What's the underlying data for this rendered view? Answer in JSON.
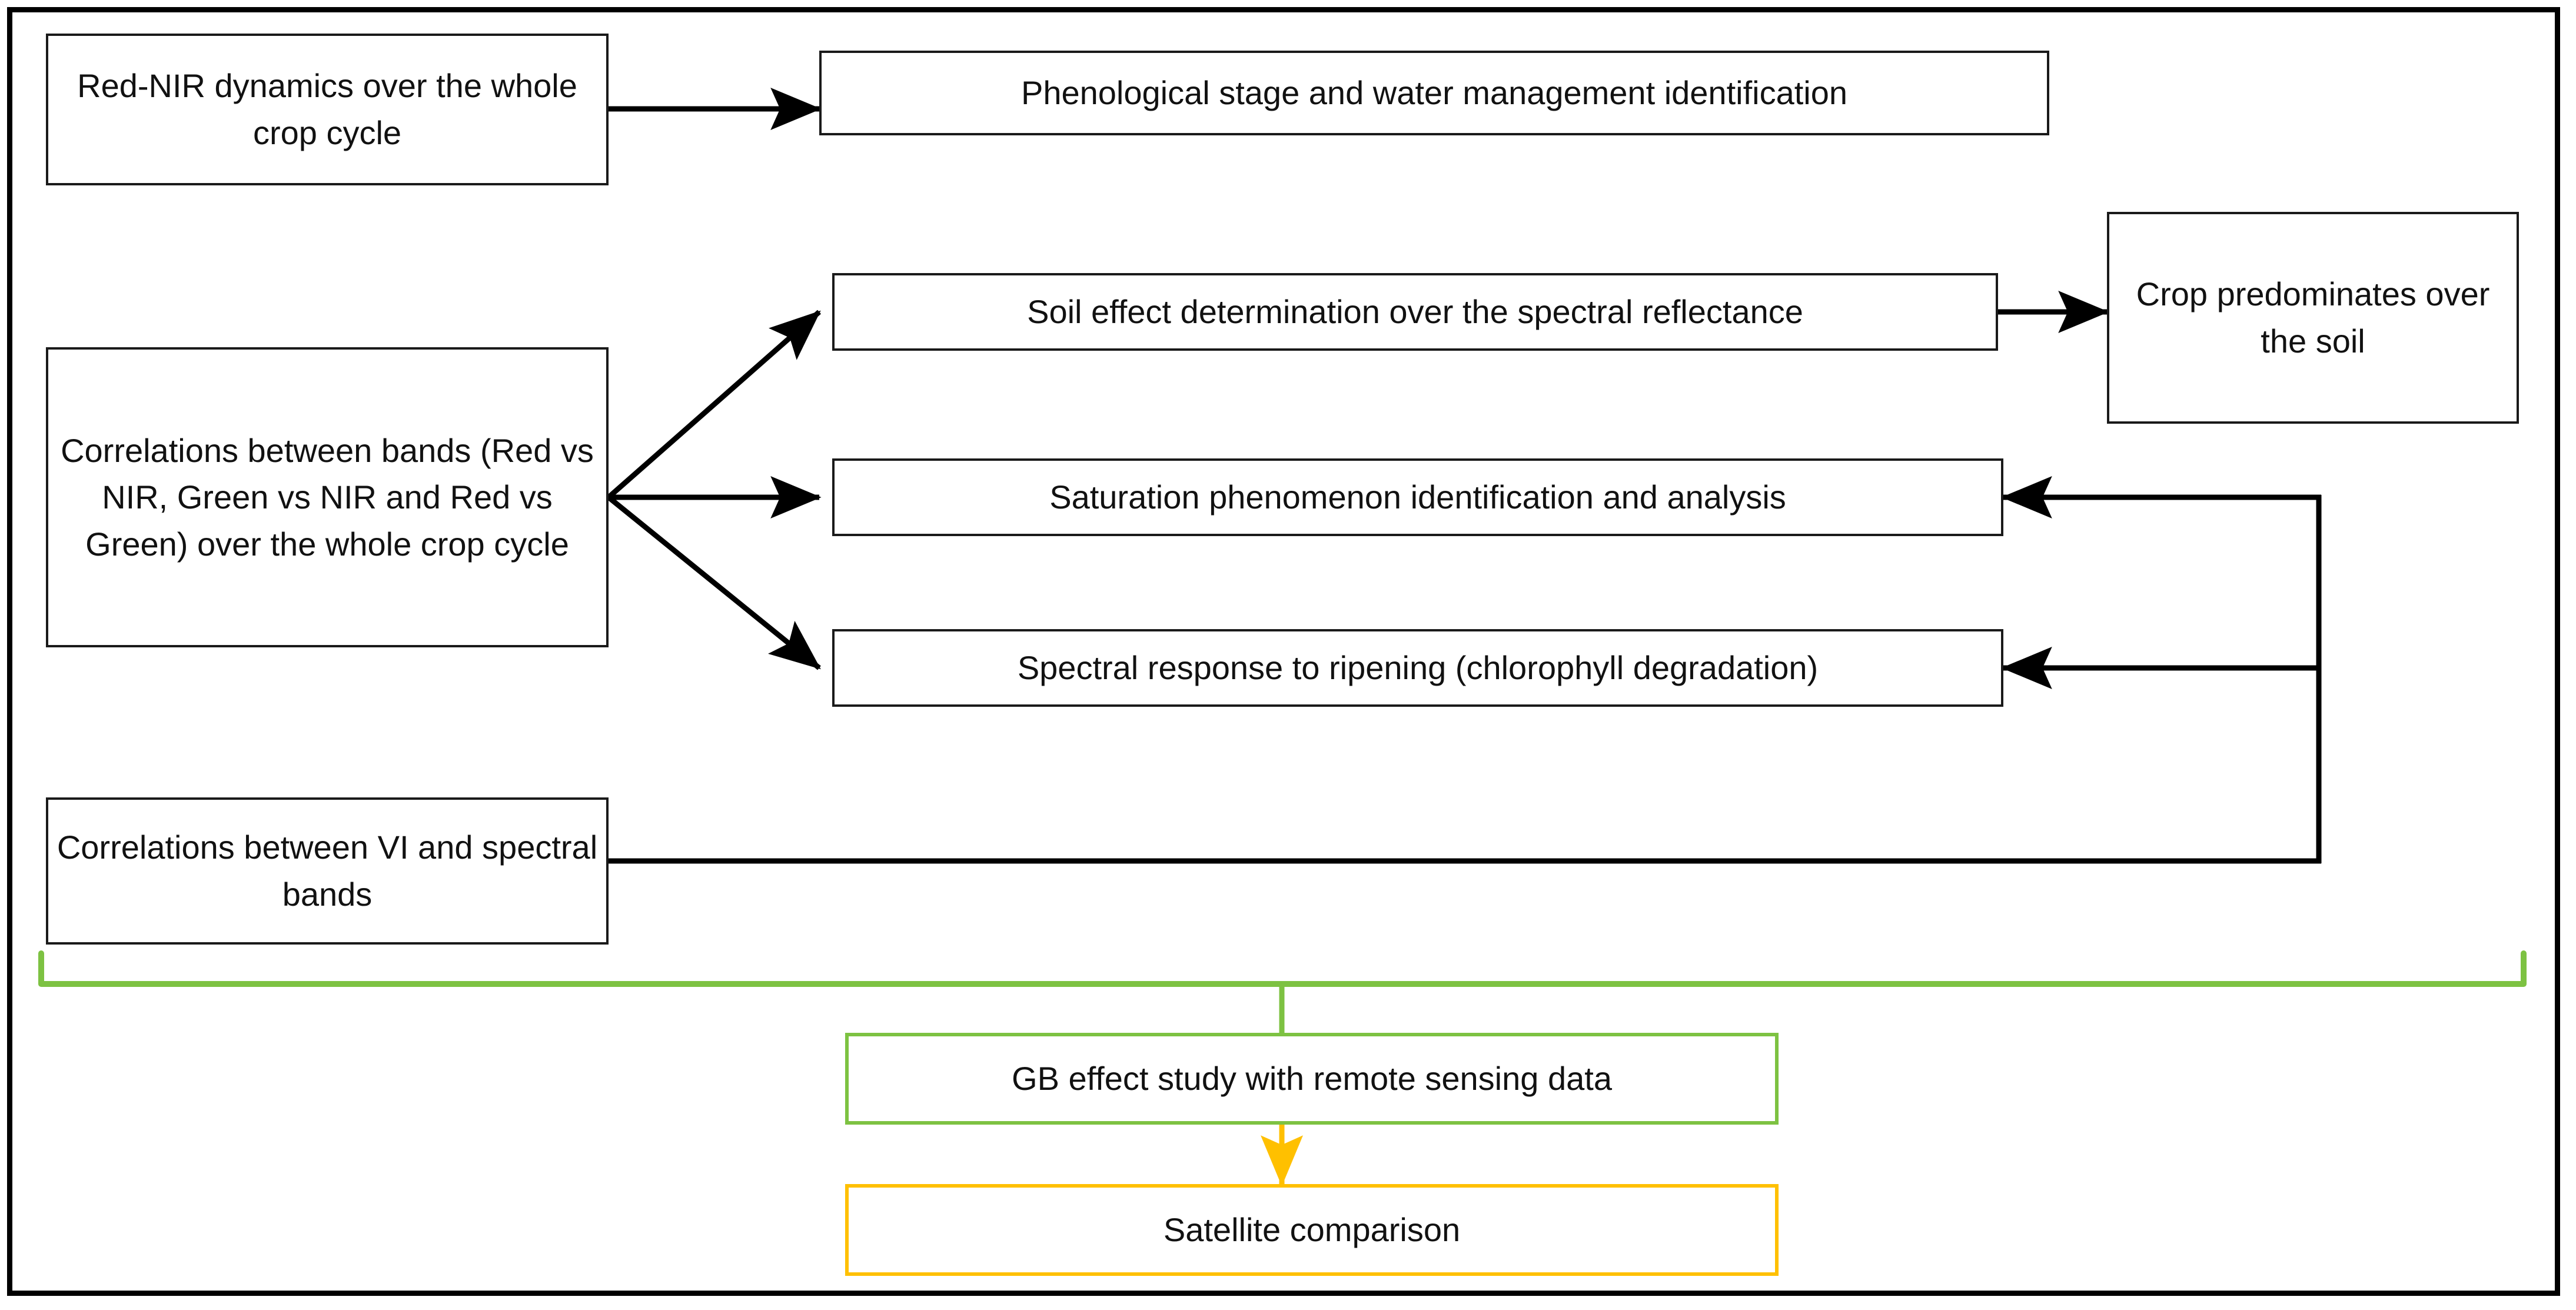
{
  "diagram": {
    "title": "Study workflow flowchart",
    "colors": {
      "box_stroke": "#1a1a1a",
      "frame_stroke": "#000000",
      "green_accent": "#7DC242",
      "orange_accent": "#FFC000",
      "text": "#111111",
      "background": "#ffffff"
    },
    "nodes": [
      {
        "id": "red-nir-dynamics",
        "label": "Red-NIR dynamics over the whole crop cycle",
        "style": "black"
      },
      {
        "id": "phenological-stage",
        "label": "Phenological stage and water management identification",
        "style": "black"
      },
      {
        "id": "correlations-between-bands",
        "label": "Correlations between bands (Red vs NIR, Green vs NIR and Red vs Green) over the whole crop cycle",
        "style": "black"
      },
      {
        "id": "soil-effect-determination",
        "label": "Soil effect determination over the spectral reflectance",
        "style": "black"
      },
      {
        "id": "crop-predominates",
        "label": "Crop predominates over the soil",
        "style": "black"
      },
      {
        "id": "saturation-phenomenon",
        "label": "Saturation phenomenon identification and analysis",
        "style": "black"
      },
      {
        "id": "spectral-response-ripening",
        "label": "Spectral response to ripening (chlorophyll degradation)",
        "style": "black"
      },
      {
        "id": "correlations-vi-bands",
        "label": "Correlations between VI and spectral bands",
        "style": "black"
      },
      {
        "id": "gb-effect-study",
        "label": "GB effect study with remote sensing data",
        "style": "green"
      },
      {
        "id": "satellite-comparison",
        "label": "Satellite comparison",
        "style": "orange"
      }
    ],
    "edges": [
      {
        "id": "e1",
        "from": "red-nir-dynamics",
        "to": "phenological-stage",
        "color": "#000000",
        "arrow": true
      },
      {
        "id": "e2",
        "from": "correlations-between-bands",
        "to": "soil-effect-determination",
        "color": "#000000",
        "arrow": true
      },
      {
        "id": "e3",
        "from": "correlations-between-bands",
        "to": "saturation-phenomenon",
        "color": "#000000",
        "arrow": true
      },
      {
        "id": "e4",
        "from": "correlations-between-bands",
        "to": "spectral-response-ripening",
        "color": "#000000",
        "arrow": true
      },
      {
        "id": "e5",
        "from": "soil-effect-determination",
        "to": "crop-predominates",
        "color": "#000000",
        "arrow": true
      },
      {
        "id": "e6",
        "from": "correlations-vi-bands",
        "to": "saturation-phenomenon",
        "color": "#000000",
        "arrow": true
      },
      {
        "id": "e7",
        "from": "correlations-vi-bands",
        "to": "spectral-response-ripening",
        "color": "#000000",
        "arrow": true
      },
      {
        "id": "e8",
        "from": "group-bracket",
        "to": "gb-effect-study",
        "color": "#7DC242",
        "arrow": false
      },
      {
        "id": "e9",
        "from": "gb-effect-study",
        "to": "satellite-comparison",
        "color": "#FFC000",
        "arrow": true
      }
    ],
    "bracket": {
      "id": "group-bracket",
      "color": "#7DC242",
      "description": "green bracket grouping all analysis boxes"
    }
  }
}
